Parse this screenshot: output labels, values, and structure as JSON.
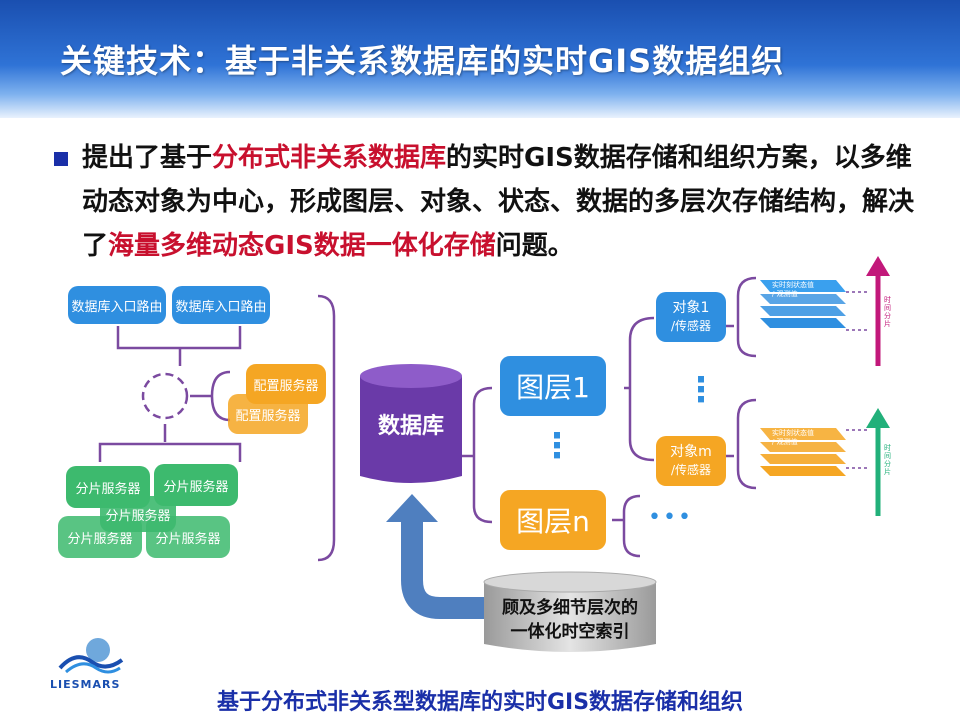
{
  "header": {
    "title": "关键技术：基于非关系数据库的实时GIS数据组织"
  },
  "body": {
    "para": [
      {
        "t": "提出了基于",
        "red": false
      },
      {
        "t": "分布式非关系数据库",
        "red": true
      },
      {
        "t": "的实时GIS数据存储和组织方案，以多维动态对象为中心，形成图层、对象、状态、数据的多层次存储结构，解决了",
        "red": false
      },
      {
        "t": "海量多维动态GIS数据一体化存储",
        "red": true
      },
      {
        "t": "问题。",
        "red": false
      }
    ]
  },
  "diagram": {
    "routers": [
      "数据库入口路由",
      "数据库入口路由"
    ],
    "config_servers": [
      "配置服务器",
      "配置服务器"
    ],
    "shard_servers": [
      "分片服务器",
      "分片服务器",
      "分片服务器",
      "分片服务器",
      "分片服务器"
    ],
    "database": "数据库",
    "layer1": "图层1",
    "layern": "图层n",
    "object1": [
      "对象1",
      "/传感器"
    ],
    "objectm": [
      "对象m",
      "/传感器"
    ],
    "index": [
      "顾及多细节层次的",
      "一体化时空索引"
    ],
    "stack_label": [
      "实时刻状态值",
      "/ 观测值"
    ],
    "time_label": "时间分片",
    "ellipsis_v": "⋮",
    "ellipsis_h": "•••"
  },
  "logo": {
    "text": "LIESMARS"
  },
  "footer": {
    "text": "基于分布式非关系型数据库的实时GIS数据存储和组织"
  },
  "colors": {
    "header": "#1f5cc4",
    "accent_red": "#c8102e",
    "purple": "#6a3aa8",
    "blue": "#2f8fe0",
    "orange": "#f5a623",
    "green": "#3dba6e"
  }
}
